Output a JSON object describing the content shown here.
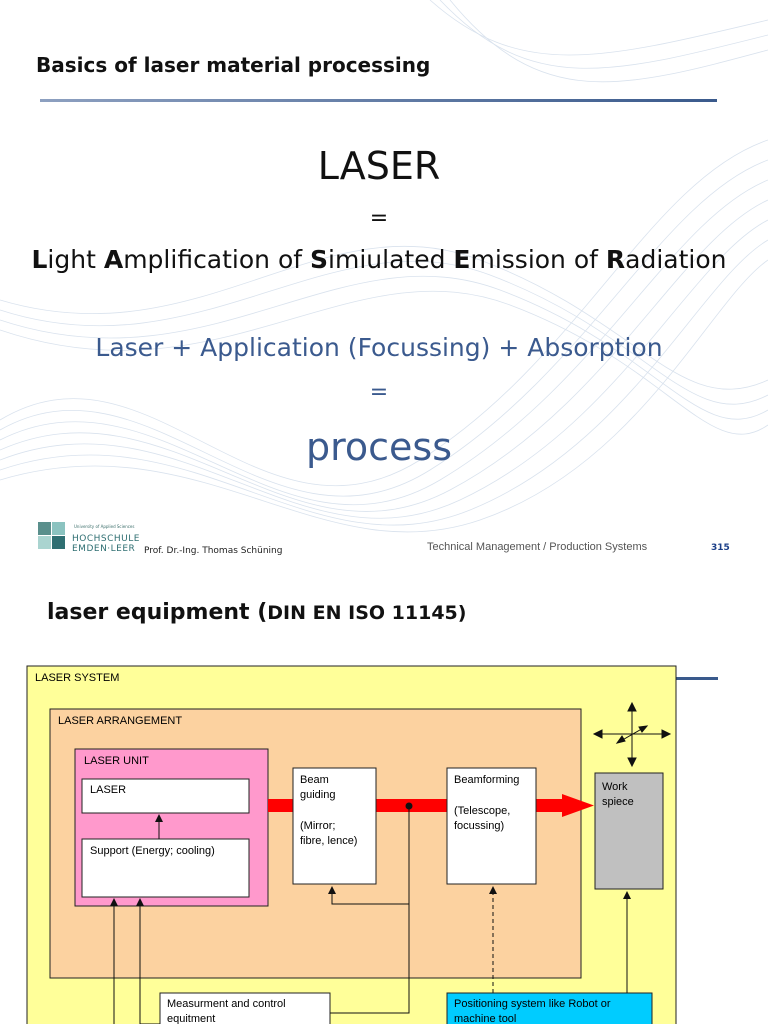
{
  "slide1": {
    "title": "Basics of laser material processing",
    "laser_word": "LASER",
    "equals": "=",
    "acronym": [
      {
        "bold": "L",
        "rest": "ight "
      },
      {
        "bold": "A",
        "rest": "mplification of "
      },
      {
        "bold": "S",
        "rest": "imiulated "
      },
      {
        "bold": "E",
        "rest": "mission of "
      },
      {
        "bold": "R",
        "rest": "adiation"
      }
    ],
    "formula": "Laser + Application (Focussing) + Absorption",
    "equals2": "=",
    "result": "process",
    "footer": {
      "logo_university": "University of Applied Sciences",
      "logo_line1": "HOCHSCHULE",
      "logo_line2": "EMDEN·LEER",
      "professor": "Prof. Dr.-Ing. Thomas Schüning",
      "course": "Technical Management / Production Systems",
      "page_number": "315"
    }
  },
  "slide2": {
    "title_main": "laser equipment (",
    "title_small": "DIN EN ISO 11145)",
    "boxes": {
      "laser_system": "LASER SYSTEM",
      "laser_arrangement": "LASER ARRANGEMENT",
      "laser_unit": "LASER UNIT",
      "laser": "LASER",
      "support": "Support (Energy; cooling)",
      "beam_guiding": [
        "Beam",
        "guiding",
        "",
        "(Mirror;",
        "fibre, lence)"
      ],
      "beamforming": [
        "Beamforming",
        "",
        "(Telescope,",
        "focussing)"
      ],
      "workpiece": [
        "Work",
        "spiece"
      ],
      "measurement": [
        "Measurment and control",
        "equitment"
      ],
      "positioning": [
        "Positioning system like Robot or",
        "machine tool"
      ]
    }
  },
  "colors": {
    "heading_blue": "#3b5a8e",
    "laser_system_fill": "#ffff99",
    "laser_arrangement_fill": "#fcd2a0",
    "laser_unit_fill": "#ff99cc",
    "workpiece_fill": "#c0c0c0",
    "positioning_fill": "#00ccff",
    "beam_red": "#ff0000"
  }
}
